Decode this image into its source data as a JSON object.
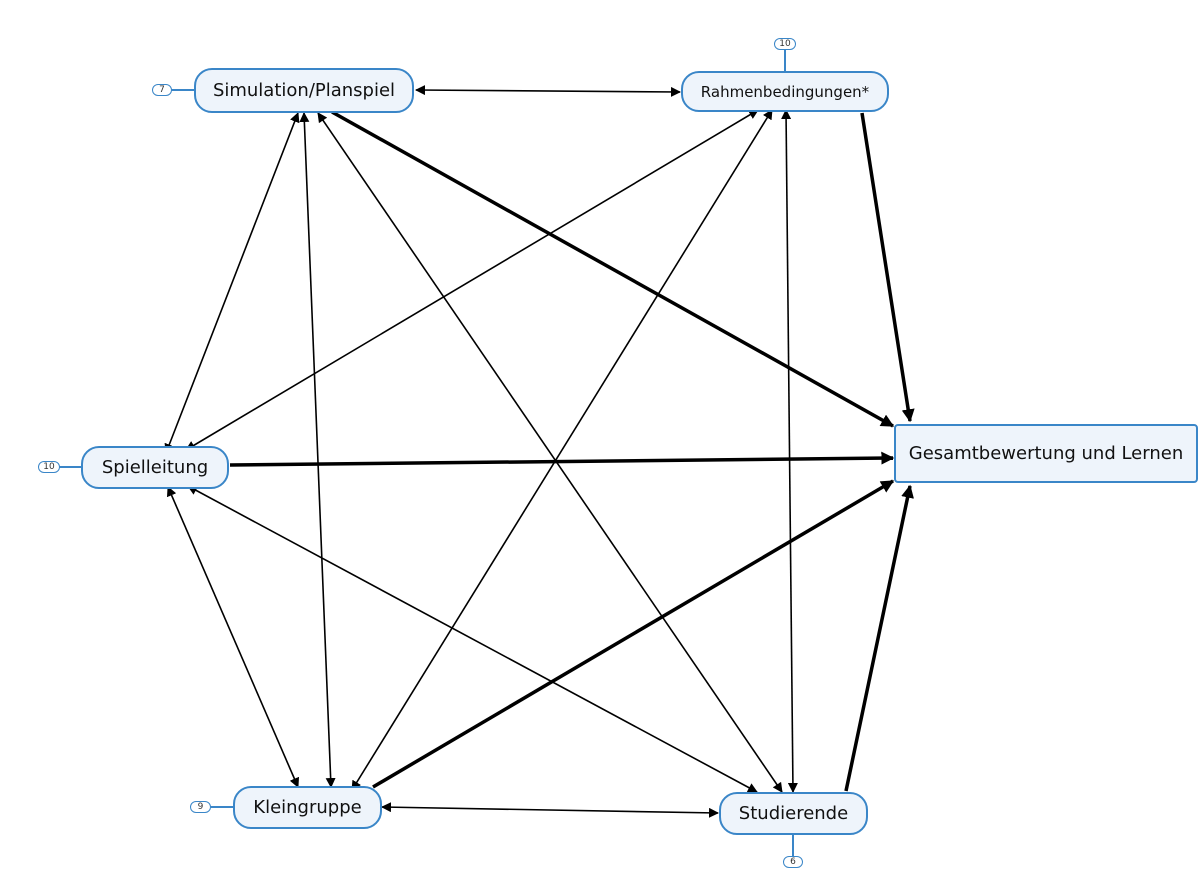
{
  "nodes": {
    "simulation": {
      "label": "Simulation/Planspiel",
      "badge": "7"
    },
    "rahmen": {
      "label": "Rahmenbedingungen*",
      "badge": "10"
    },
    "spielleitung": {
      "label": "Spielleitung",
      "badge": "10"
    },
    "gesamt": {
      "label": "Gesamtbewertung und Lernen"
    },
    "kleingruppe": {
      "label": "Kleingruppe",
      "badge": "9"
    },
    "studierende": {
      "label": "Studierende",
      "badge": "6"
    }
  },
  "colors": {
    "node_fill": "#eef4fb",
    "node_border": "#3a86c8",
    "arrow": "#000000"
  },
  "edges": [
    {
      "from": "simulation",
      "to": "rahmen",
      "bidirectional": true,
      "weight": "thin"
    },
    {
      "from": "simulation",
      "to": "spielleitung",
      "bidirectional": true,
      "weight": "thin"
    },
    {
      "from": "simulation",
      "to": "kleingruppe",
      "bidirectional": true,
      "weight": "thin"
    },
    {
      "from": "simulation",
      "to": "studierende",
      "bidirectional": true,
      "weight": "thin"
    },
    {
      "from": "simulation",
      "to": "gesamt",
      "bidirectional": false,
      "weight": "thick"
    },
    {
      "from": "rahmen",
      "to": "spielleitung",
      "bidirectional": true,
      "weight": "thin"
    },
    {
      "from": "rahmen",
      "to": "kleingruppe",
      "bidirectional": true,
      "weight": "thin"
    },
    {
      "from": "rahmen",
      "to": "studierende",
      "bidirectional": true,
      "weight": "thin"
    },
    {
      "from": "rahmen",
      "to": "gesamt",
      "bidirectional": false,
      "weight": "thick"
    },
    {
      "from": "spielleitung",
      "to": "gesamt",
      "bidirectional": false,
      "weight": "thick"
    },
    {
      "from": "spielleitung",
      "to": "kleingruppe",
      "bidirectional": true,
      "weight": "thin"
    },
    {
      "from": "spielleitung",
      "to": "studierende",
      "bidirectional": true,
      "weight": "thin"
    },
    {
      "from": "kleingruppe",
      "to": "studierende",
      "bidirectional": true,
      "weight": "thin"
    },
    {
      "from": "kleingruppe",
      "to": "gesamt",
      "bidirectional": false,
      "weight": "thick"
    },
    {
      "from": "studierende",
      "to": "gesamt",
      "bidirectional": false,
      "weight": "thick"
    }
  ]
}
